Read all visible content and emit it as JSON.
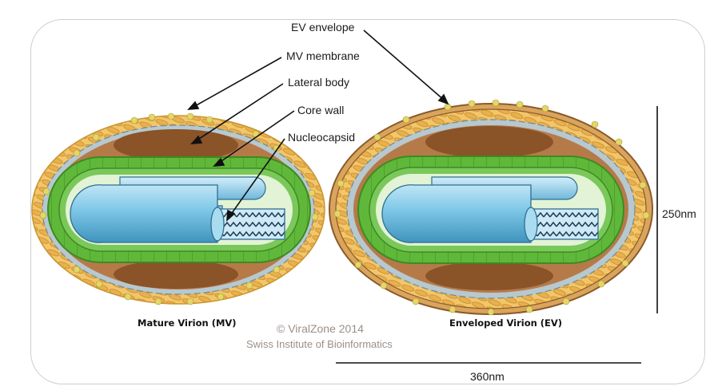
{
  "labels": {
    "ev_envelope": "EV envelope",
    "mv_membrane": "MV membrane",
    "lateral_body": "Lateral body",
    "core_wall": "Core wall",
    "nucleocapsid": "Nucleocapsid"
  },
  "captions": {
    "mature": "Mature Virion (MV)",
    "enveloped": "Enveloped Virion (EV)"
  },
  "credit": {
    "line1": "© ViralZone 2014",
    "line2": "Swiss Institute of Bioinformatics"
  },
  "scale": {
    "height": "250nm",
    "width": "360nm"
  },
  "colors": {
    "envelope_yellow": "#f2c66a",
    "lateral_brown": "#a66a3c",
    "core_green": "#5fb83a",
    "nucleocapsid_blue": "#7cc6e6",
    "spike_yellow": "#e4d66a"
  }
}
